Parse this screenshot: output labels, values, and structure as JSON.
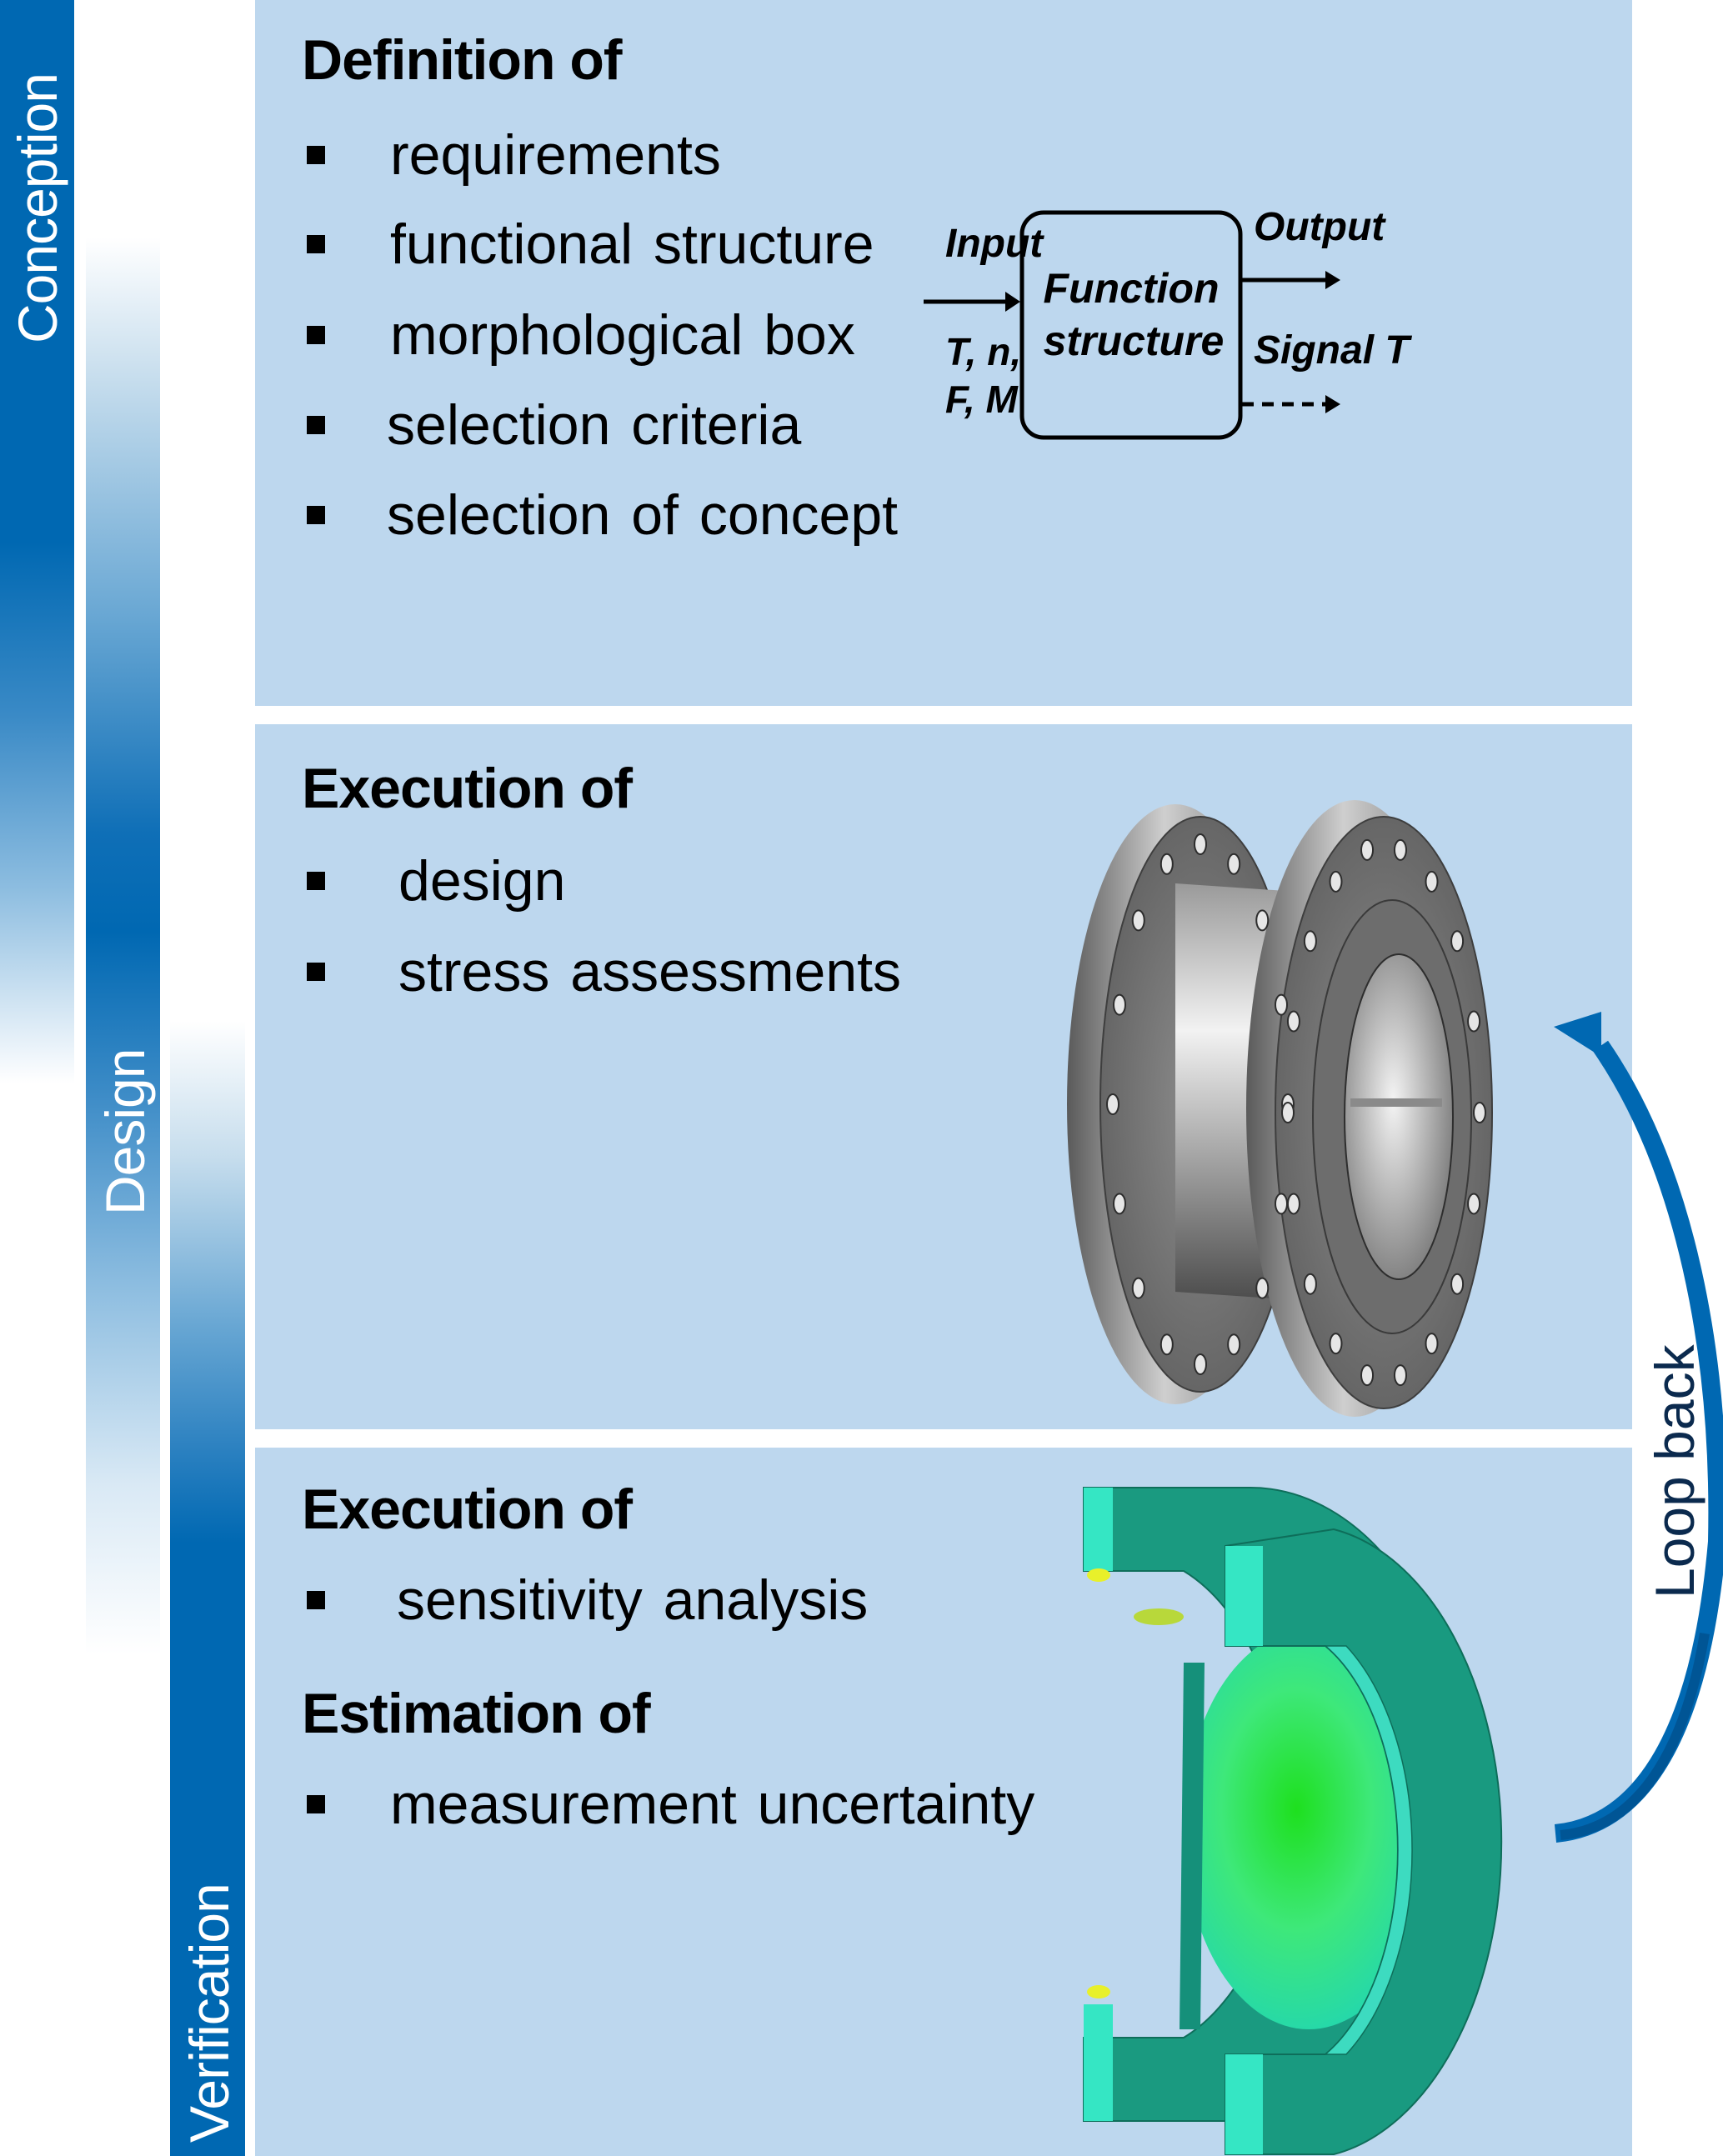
{
  "phases": {
    "conception": "Conception",
    "design": "Design",
    "verification": "Verification"
  },
  "colors": {
    "phase_blue": "#0068b2",
    "panel_bg": "#bdd7ee",
    "loop_arrow": "#0068b2",
    "loop_text": "#0b2a4e",
    "fea_teal": "#1fcf9c",
    "fea_green": "#22e03a"
  },
  "conception_panel": {
    "heading": "Definition of",
    "bullets": [
      "requirements",
      "functional structure",
      "morphological box",
      "selection criteria",
      "selection of concept"
    ],
    "diagram": {
      "input_label": "Input",
      "input_vars_line1": "T, n,",
      "input_vars_line2": "F, M",
      "box_line1": "Function",
      "box_line2": "structure",
      "output_label": "Output",
      "signal_label": "Signal T"
    }
  },
  "design_panel": {
    "heading": "Execution of",
    "bullets": [
      "design",
      "stress assessments"
    ],
    "image": "cad-model-torque-transducer"
  },
  "verification_panel": {
    "heading1": "Execution of",
    "bullets1": [
      "sensitivity analysis"
    ],
    "heading2": "Estimation of",
    "bullets2": [
      "measurement uncertainty"
    ],
    "image": "fea-stress-plot-section"
  },
  "loop": {
    "label": "Loop back"
  }
}
